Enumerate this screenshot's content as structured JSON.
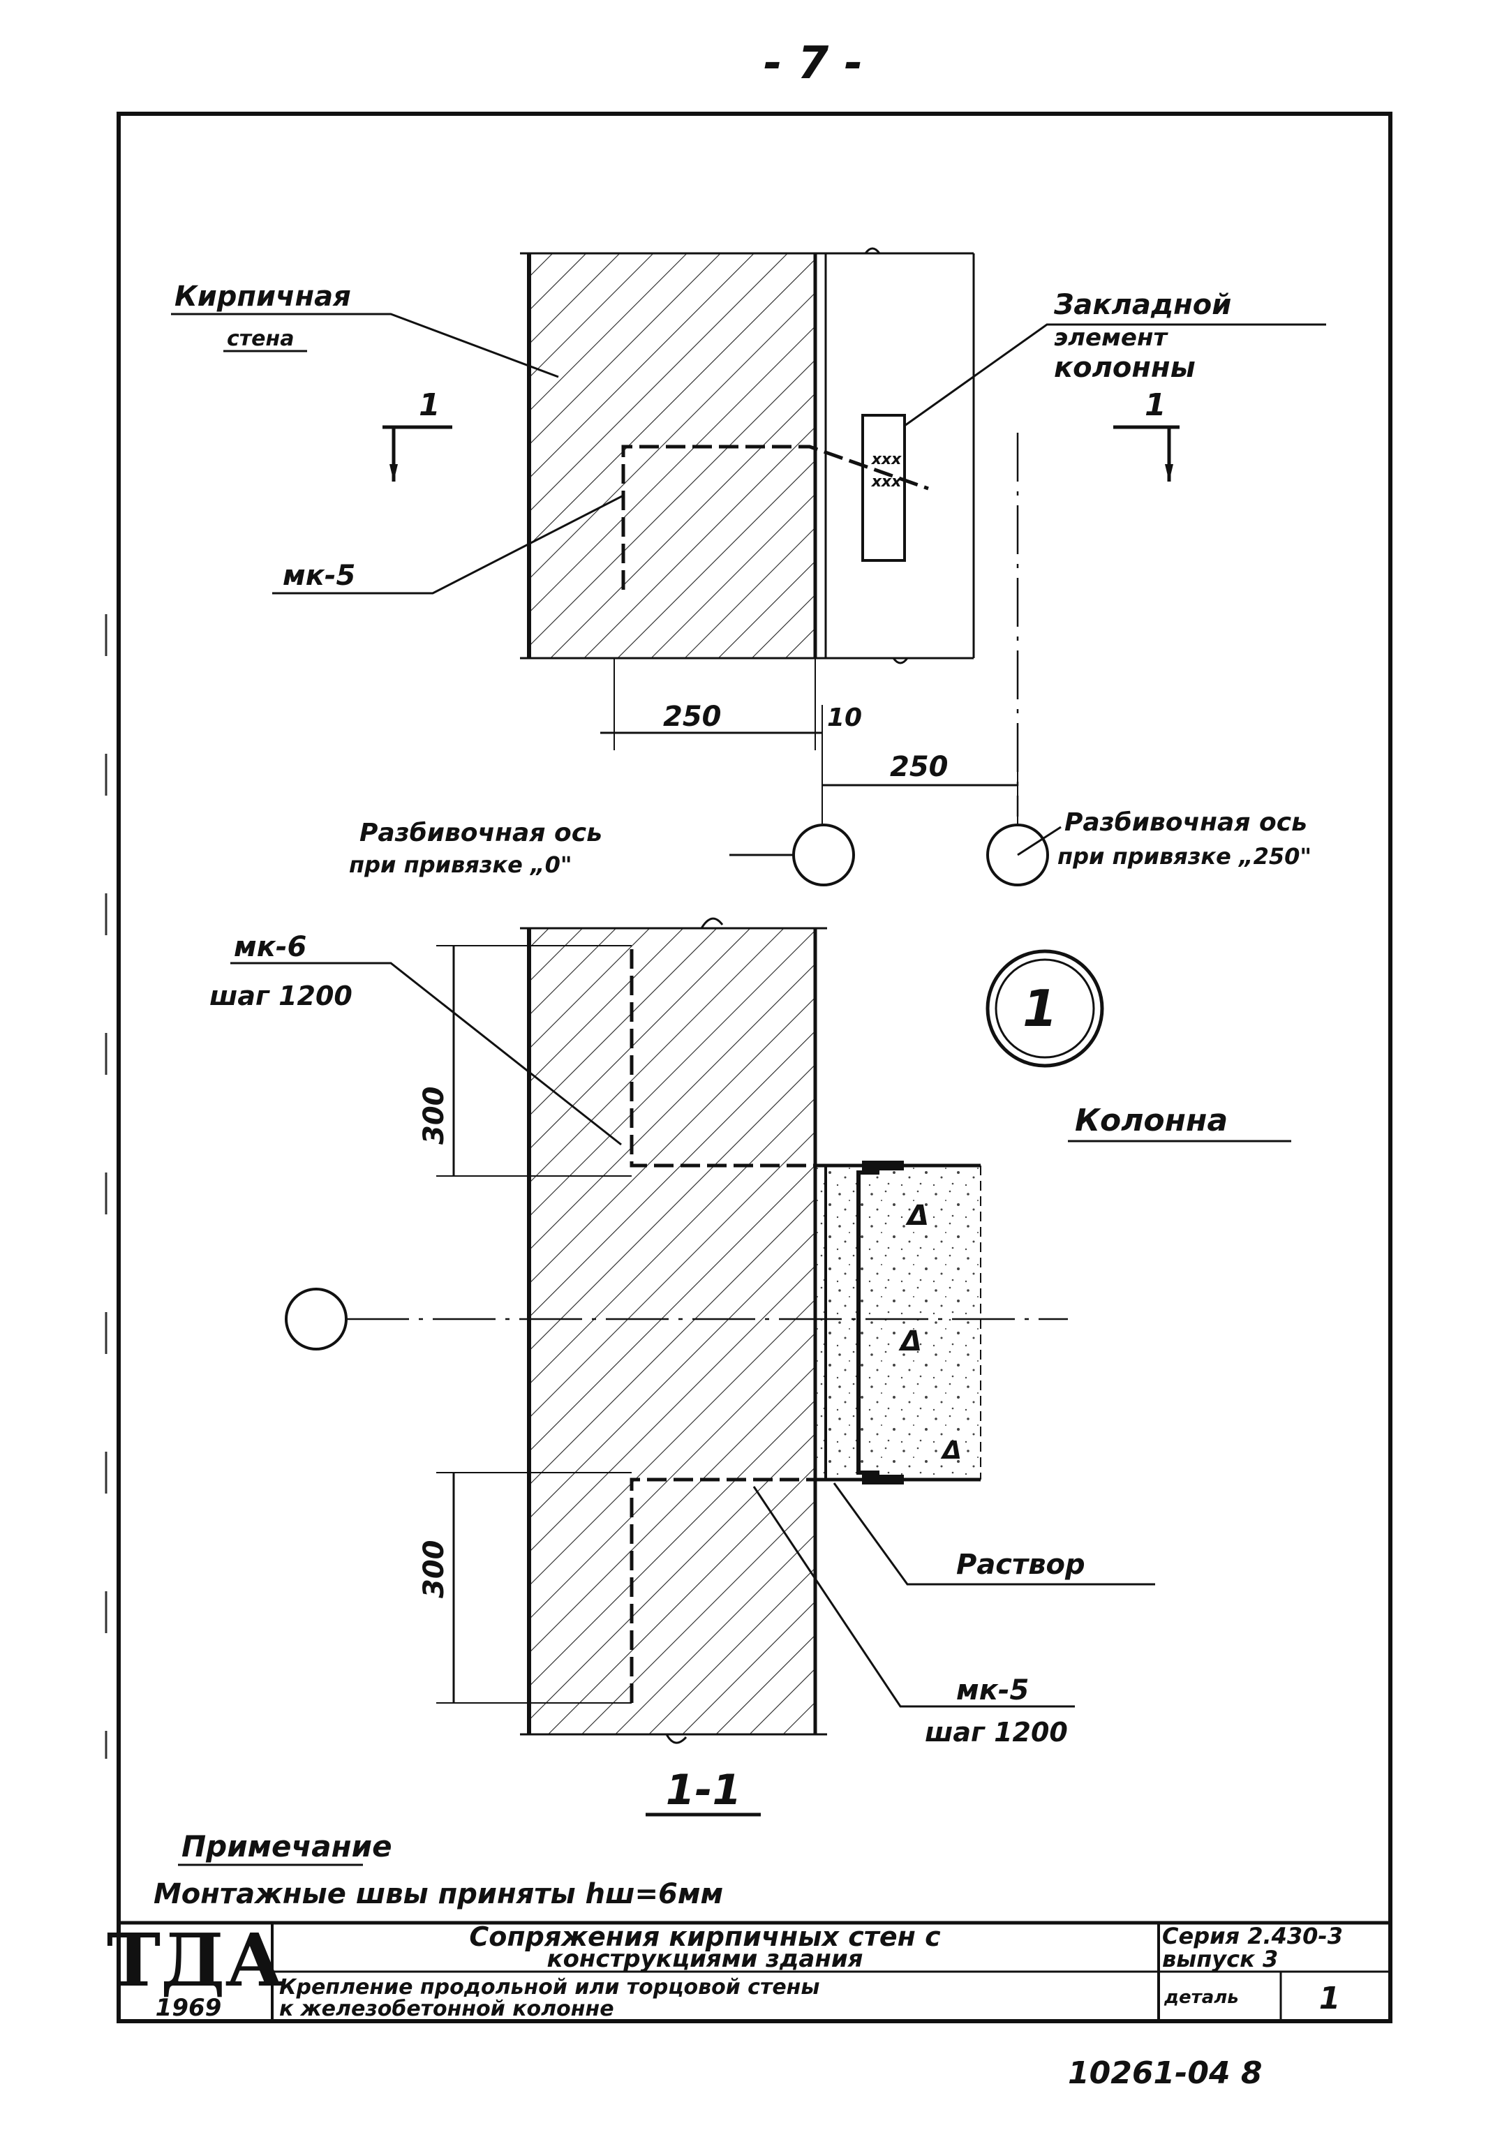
{
  "page_number": "- 7 -",
  "colors": {
    "ink": "#111111",
    "paper": "#ffffff"
  },
  "plan": {
    "brick_wall_label": {
      "line1": "Кирпичная",
      "line2": "стена"
    },
    "embedded_label": {
      "line1": "Закладной",
      "line2": "элемент",
      "line3": "колонны"
    },
    "anchor_label": "мк-5",
    "section_mark": "1",
    "dim_250_left": "250",
    "dim_10": "10",
    "dim_250_right": "250",
    "axis_zero_label": {
      "line1": "Разбивочная ось",
      "line2": "при привязке „0\""
    },
    "axis_250_label": {
      "line1": "Разбивочная ось",
      "line2": "при привязке „250\""
    }
  },
  "section": {
    "detail_number": "1",
    "mk6_label": {
      "line1": "мк-6",
      "line2": "шаг 1200"
    },
    "dim_top": "300",
    "dim_bottom": "300",
    "column_label": "Колонна",
    "mortar_label": "Раствор",
    "mk5_label": {
      "line1": "мк-5",
      "line2": "шаг 1200"
    },
    "section_title": "1-1"
  },
  "note": {
    "title": "Примечание",
    "text": "Монтажные швы приняты hш=6мм"
  },
  "title_block": {
    "logo": "ТДА",
    "year": "1969",
    "main_title": {
      "line1": "Сопряжения кирпичных стен с",
      "line2": "конструкциями здания"
    },
    "series": {
      "line1": "Серия 2.430-3",
      "line2": "выпуск 3"
    },
    "subtitle": {
      "line1": "Крепление продольной или торцовой стены",
      "line2": "к железобетонной колонне"
    },
    "detail_label": "деталь",
    "detail_value": "1"
  },
  "archive_number": "10261-04 8"
}
